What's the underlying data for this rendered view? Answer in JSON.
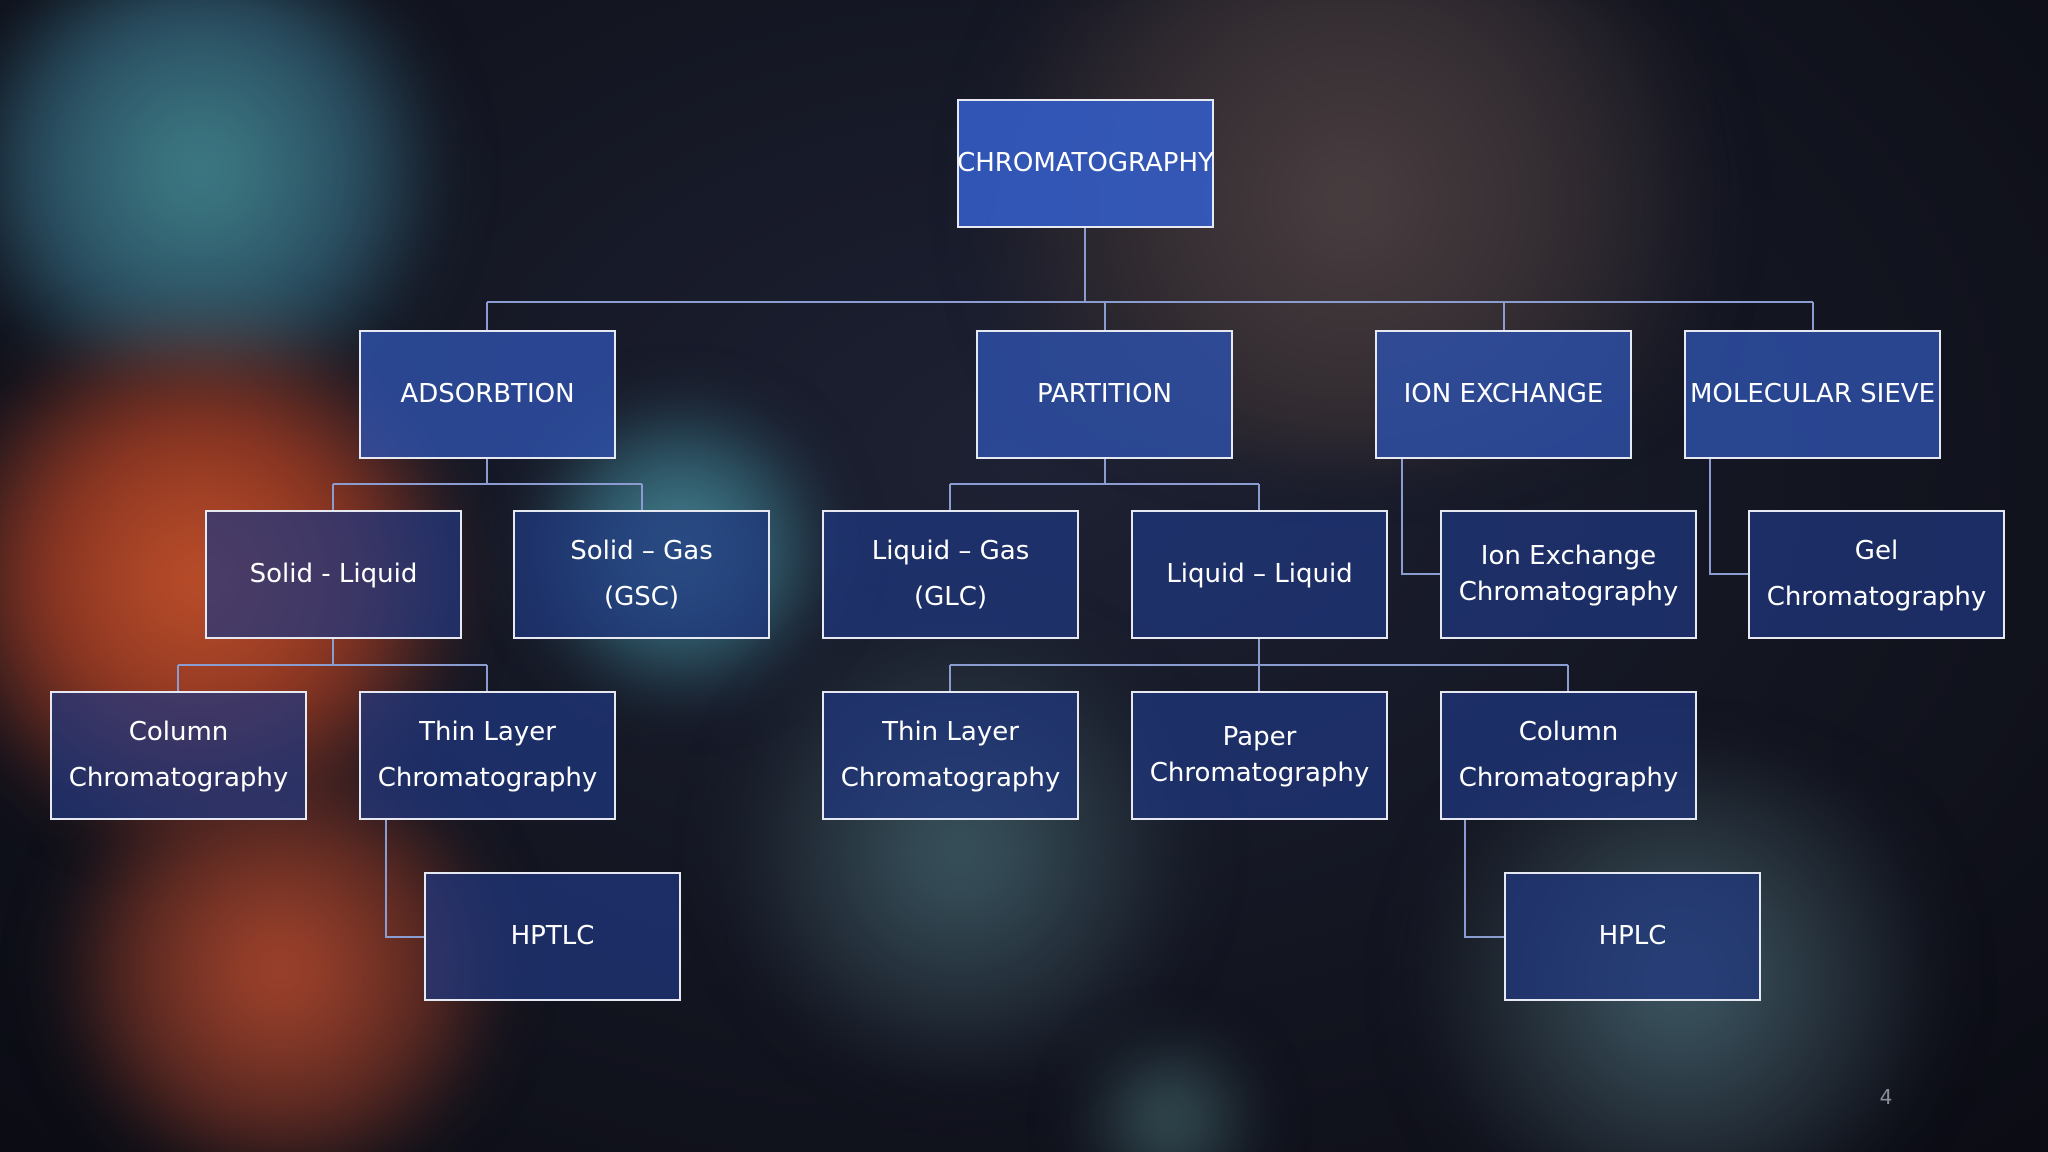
{
  "colors": {
    "root_fill": "#345cc4",
    "node_fill": "#2e50aa",
    "leaf_fill": "#203880",
    "connector": "#8b9dd0",
    "border": "#e6e9f2"
  },
  "diagram": {
    "root": "CHROMATOGRAPHY",
    "categories": {
      "adsorbtion": "ADSORBTION",
      "partition": "PARTITION",
      "ion_exchange": "ION EXCHANGE",
      "molecular_sieve": "MOLECULAR SIEVE"
    },
    "subtypes": {
      "solid_liquid": "Solid - Liquid",
      "solid_gas": "Solid – Gas\n(GSC)",
      "liquid_gas": "Liquid – Gas\n(GLC)",
      "liquid_liquid": "Liquid – Liquid",
      "ion_exchange_chrom": "Ion Exchange\nChromatography",
      "gel_chrom": "Gel\nChromatography"
    },
    "techniques": {
      "column_1": "Column\nChromatography",
      "thin_layer_1": "Thin Layer\nChromatography",
      "thin_layer_2": "Thin Layer\nChromatography",
      "paper": "Paper\nChromatography",
      "column_2": "Column\nChromatography",
      "hptlc": "HPTLC",
      "hplc": "HPLC"
    }
  },
  "slide": {
    "page_number": "4"
  }
}
